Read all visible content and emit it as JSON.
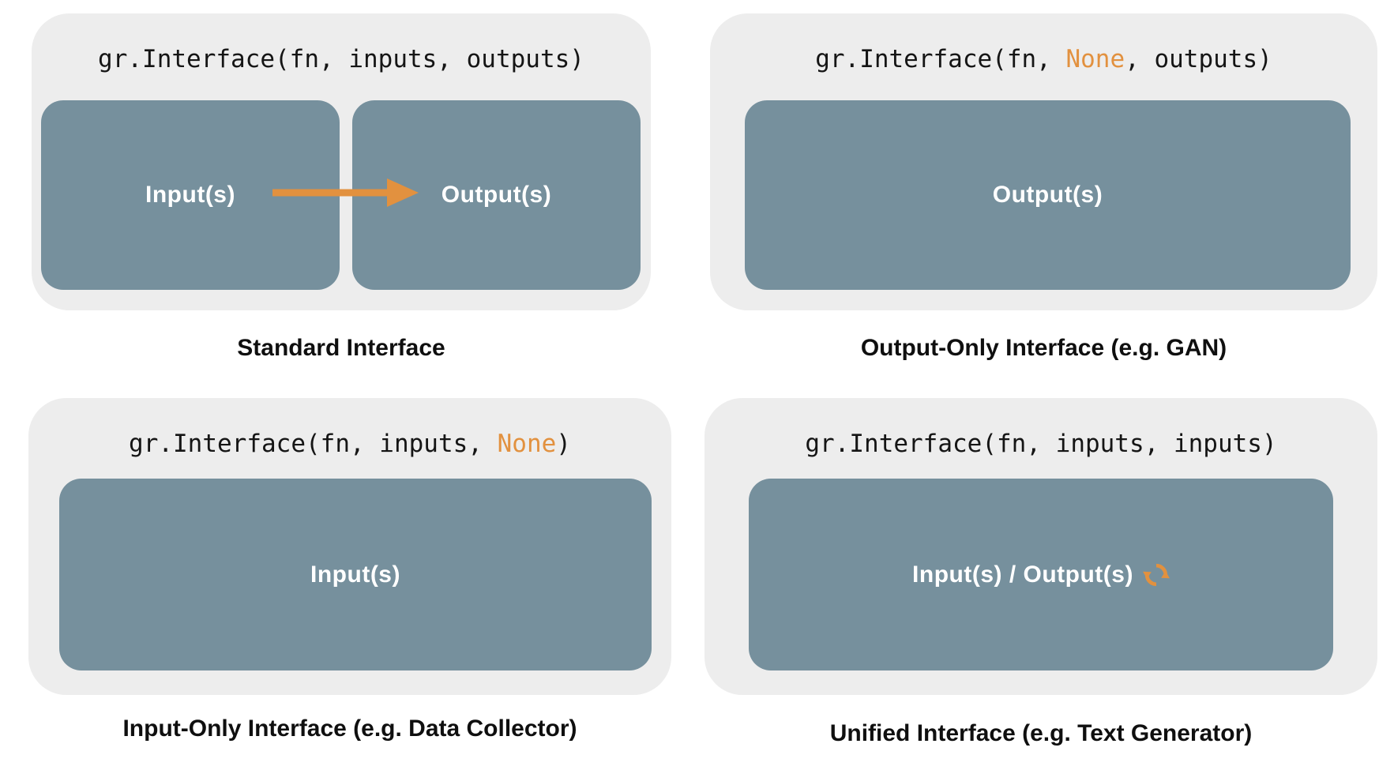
{
  "colors": {
    "page_background": "#ffffff",
    "panel_background": "#ededed",
    "box_background": "#76909d",
    "box_label_text": "#ffffff",
    "code_text": "#151515",
    "accent_orange": "#e2913f",
    "caption_text": "#0f0f0f"
  },
  "icons": {
    "arrow": "right-arrow",
    "sync": "sync-refresh"
  },
  "panels": [
    {
      "code_pre": "gr.Interface(fn, inputs, outputs)",
      "code_highlight": "",
      "code_post": "",
      "boxes": [
        "Input(s)",
        "Output(s)"
      ],
      "caption": "Standard Interface"
    },
    {
      "code_pre": "gr.Interface(fn, ",
      "code_highlight": "None",
      "code_post": ", outputs)",
      "boxes": [
        "Output(s)"
      ],
      "caption": "Output-Only Interface (e.g. GAN)"
    },
    {
      "code_pre": "gr.Interface(fn, inputs, ",
      "code_highlight": "None",
      "code_post": ")",
      "boxes": [
        "Input(s)"
      ],
      "caption": "Input-Only Interface (e.g. Data Collector)"
    },
    {
      "code_pre": "gr.Interface(fn, inputs, inputs)",
      "code_highlight": "",
      "code_post": "",
      "boxes": [
        "Input(s) / Output(s)"
      ],
      "caption": "Unified Interface (e.g. Text Generator)"
    }
  ]
}
